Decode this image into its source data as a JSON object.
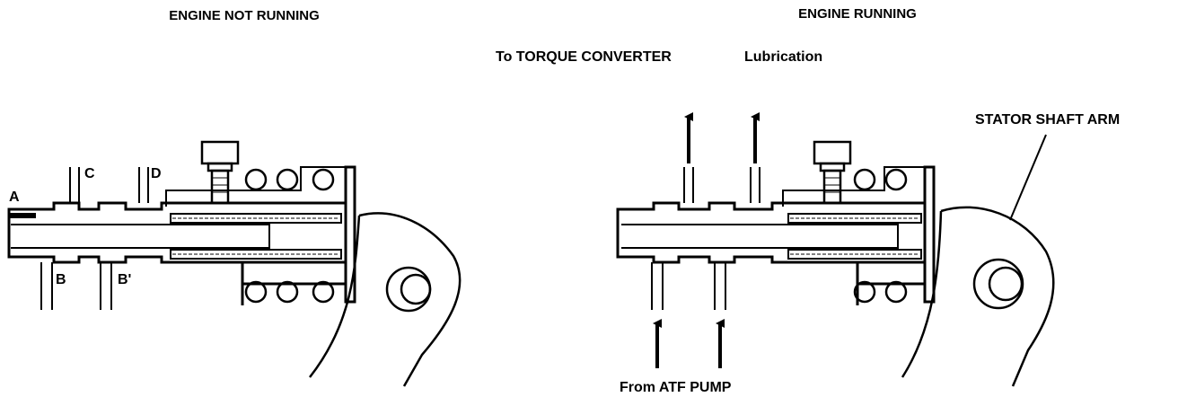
{
  "left": {
    "title": "ENGINE NOT RUNNING",
    "port_a": "A",
    "port_b": "B",
    "port_b_prime": "B'",
    "port_c": "C",
    "port_d": "D"
  },
  "right": {
    "title": "ENGINE RUNNING",
    "to_torque_converter": "To TORQUE CONVERTER",
    "lubrication": "Lubrication",
    "stator_shaft_arm": "STATOR SHAFT ARM",
    "from_atf_pump": "From ATF PUMP"
  }
}
